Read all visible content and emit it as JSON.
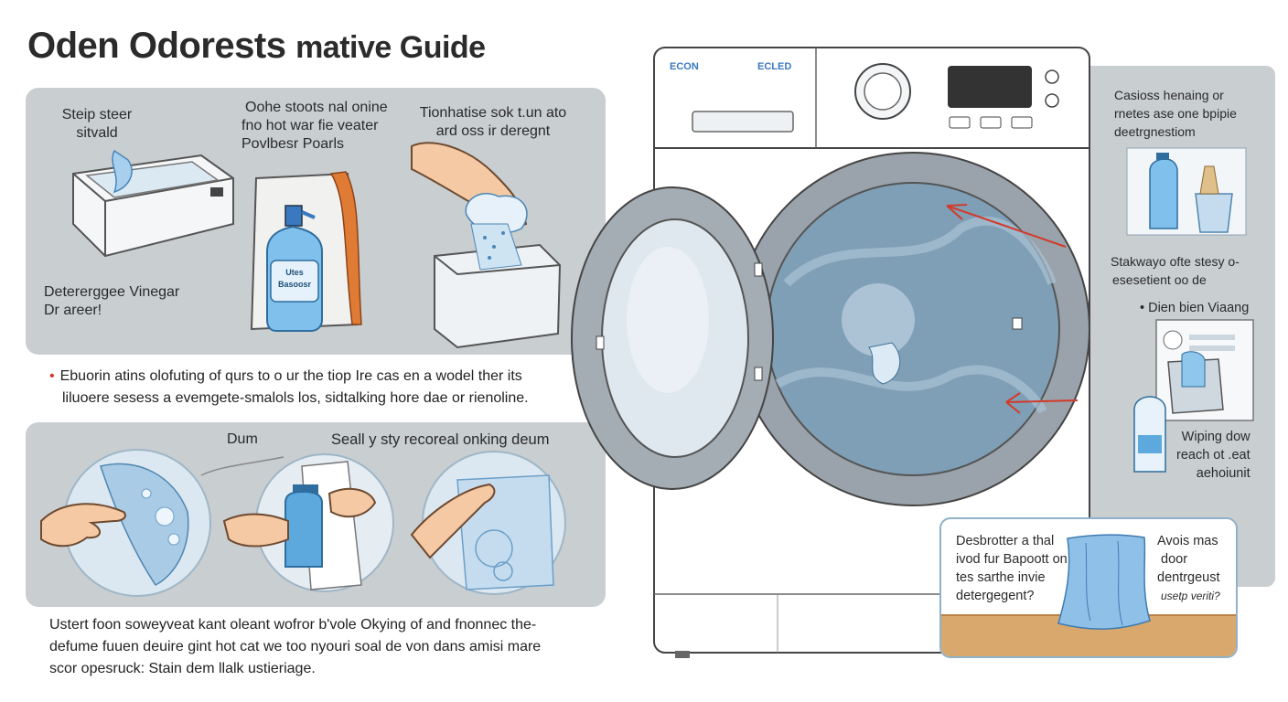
{
  "title": {
    "main": "Oden Odorests",
    "sub": "mative Guide"
  },
  "top_panel": {
    "step1": {
      "line1": "Steip steer",
      "line2": "sitvald"
    },
    "step2": {
      "line1": "Oohe stoots nal onine",
      "line2": "fno hot war fie veater",
      "line3": "Povlbesr Poarls"
    },
    "step3": {
      "line1": "Tionhatise sok t.un ato",
      "line2": "ard oss ir deregnt"
    },
    "detergent_label": {
      "line1": "Detererggee Vinegar",
      "line2": "Dr areer!"
    },
    "bottle_label": {
      "line1": "Utes",
      "line2": "Basoosr"
    }
  },
  "middle_text": {
    "line1": "Ebuorin atins olofuting of qurs to o ur the tiop Ire cas en a wodel ther its",
    "line2": "liluoere sesess a evemgete-smalols los, sidtalking hore dae or rienoline."
  },
  "bottom_panel": {
    "label_dum": "Dum",
    "label_right": "Seall y sty recoreal onking deum"
  },
  "bottom_text": {
    "line1": "Ustert foon soweyveat kant oleant wofror b'vole Okying of  and fnonnec the-",
    "line2": "defume fuuen deuire  gint hot cat we too nyouri soal de von dans amisi mare",
    "line3": "scor opesruck: Stain dem llalk ustieriage."
  },
  "machine": {
    "label_left": "ECON",
    "label_right": "ECLED"
  },
  "right_panel": {
    "block1": {
      "line1": "Casioss henaing or",
      "line2": "rnetes ase one bpipie",
      "line3": "deetrgnestiom"
    },
    "block2": {
      "line1": "Stakwayo ofte stesy o-",
      "line2": "esesetient oo de"
    },
    "bullet": "Dien bien Viaang",
    "block3": {
      "line1": "Wiping dow",
      "line2": "reach ot .eat",
      "line3": "aehoiunit"
    }
  },
  "callout": {
    "left": {
      "line1": "Desbrotter a thal",
      "line2": "ivod fur Bapoott on",
      "line3": "tes sarthe invie",
      "line4": "detergegent?"
    },
    "right": {
      "line1": "Avois mas",
      "line2": "door",
      "line3": "dentrgeust",
      "line4": "usetp veriti?"
    }
  },
  "colors": {
    "panel": "#c9ced1",
    "accent_red": "#d23a2a",
    "drum_blue": "#7f9fb6",
    "bottle_blue": "#5da9dd",
    "floor": "#d9a86c"
  }
}
